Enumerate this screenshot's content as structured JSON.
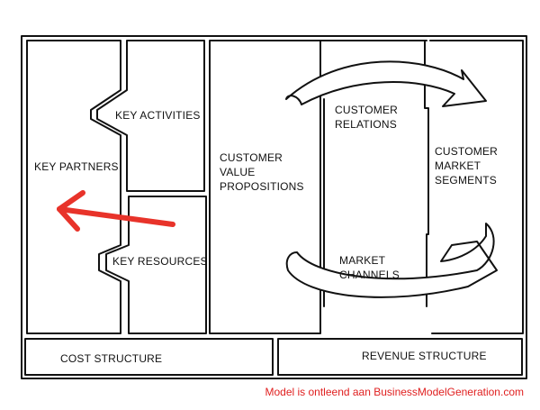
{
  "colors": {
    "ink": "#111111",
    "arrow": "#e8332a",
    "credit": "#e02020"
  },
  "canvas": {
    "key_partners": "KEY PARTNERS",
    "key_activities": "KEY ACTIVITIES",
    "key_resources": "KEY RESOURCES",
    "value_propositions": "CUSTOMER\nVALUE\nPROPOSITIONS",
    "customer_relations": "CUSTOMER\nRELATIONS",
    "market_channels": "MARKET\nCHANNELS",
    "market_segments": "CUSTOMER\nMARKET\nSEGMENTS",
    "cost_structure": "COST STRUCTURE",
    "revenue_structure": "REVENUE STRUCTURE"
  },
  "pointer_arrow": {
    "icon": "red-left-arrow-icon",
    "points_to": "key_partners"
  },
  "credit": "Model is ontleend aan BusinessModelGeneration.com"
}
